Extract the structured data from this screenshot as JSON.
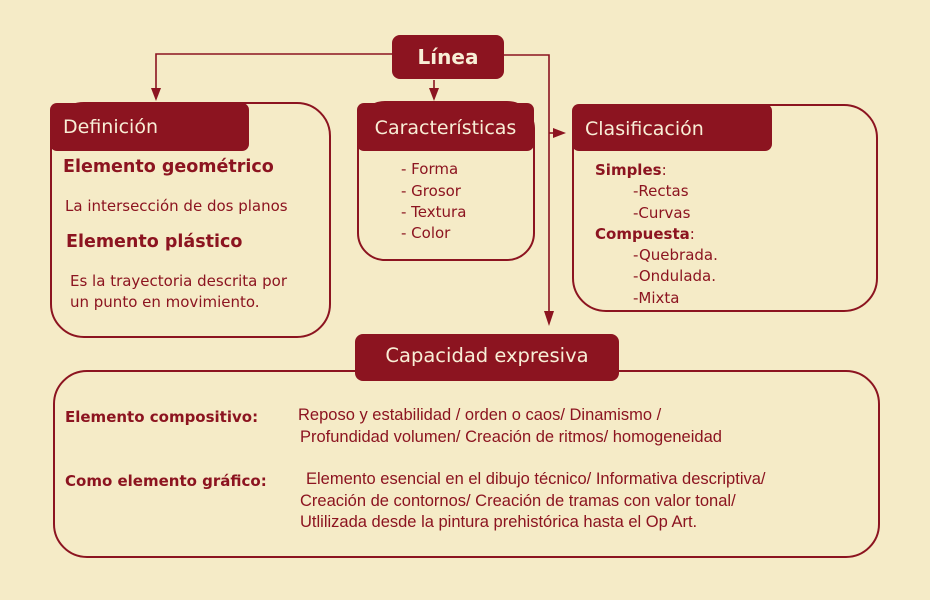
{
  "root": {
    "title": "Línea"
  },
  "definicion": {
    "title": "Definición",
    "geo_heading": "Elemento geométrico",
    "geo_text": "La intersección de dos planos",
    "plast_heading": "Elemento plástico",
    "plast_text_1": "Es la trayectoria descrita por",
    "plast_text_2": "un punto en movimiento."
  },
  "caracteristicas": {
    "title": "Características",
    "items": [
      "- Forma",
      "- Grosor",
      "- Textura",
      "- Color"
    ]
  },
  "clasificacion": {
    "title": "Clasificación",
    "simples_label": "Simples",
    "simples_items": [
      "-Rectas",
      "-Curvas"
    ],
    "compuesta_label": "Compuesta",
    "compuesta_items": [
      "-Quebrada.",
      "-Ondulada.",
      "-Mixta"
    ]
  },
  "capacidad": {
    "title": "Capacidad expresiva",
    "compositivo_label": "Elemento compositivo:",
    "compositivo_lines": [
      "Reposo y estabilidad / orden o caos/ Dinamismo /",
      "Profundidad volumen/ Creación de ritmos/ homogeneidad"
    ],
    "grafico_label": "Como elemento gráfico:",
    "grafico_lines": [
      "Elemento esencial en el dibujo técnico/ Informativa descriptiva/",
      "Creación de contornos/ Creación de tramas con valor tonal/",
      "Utlilizada desde la pintura prehistórica hasta el Op Art."
    ]
  },
  "colors": {
    "background": "#F5EBC7",
    "accent": "#8C1420"
  }
}
